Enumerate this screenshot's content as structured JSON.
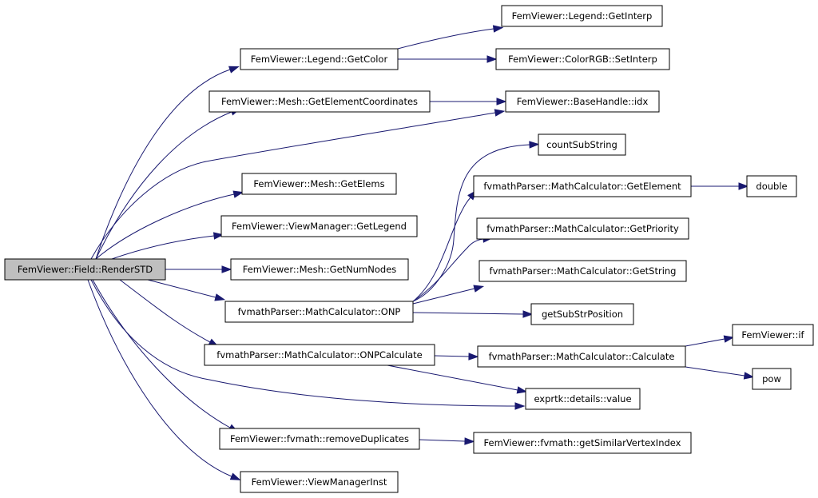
{
  "nodes": [
    {
      "id": "root",
      "label": "FemViewer::Field::RenderSTD"
    },
    {
      "id": "getcolor",
      "label": "FemViewer::Legend::GetColor"
    },
    {
      "id": "getinterp",
      "label": "FemViewer::Legend::GetInterp"
    },
    {
      "id": "setinterp",
      "label": "FemViewer::ColorRGB::SetInterp"
    },
    {
      "id": "getelemcoords",
      "label": "FemViewer::Mesh::GetElementCoordinates"
    },
    {
      "id": "idx",
      "label": "FemViewer::BaseHandle::idx"
    },
    {
      "id": "countsub",
      "label": "countSubString"
    },
    {
      "id": "getelems",
      "label": "FemViewer::Mesh::GetElems"
    },
    {
      "id": "getelement",
      "label": "fvmathParser::MathCalculator::GetElement"
    },
    {
      "id": "double",
      "label": "double"
    },
    {
      "id": "getlegend",
      "label": "FemViewer::ViewManager::GetLegend"
    },
    {
      "id": "getpriority",
      "label": "fvmathParser::MathCalculator::GetPriority"
    },
    {
      "id": "getnumnodes",
      "label": "FemViewer::Mesh::GetNumNodes"
    },
    {
      "id": "getstring",
      "label": "fvmathParser::MathCalculator::GetString"
    },
    {
      "id": "onp",
      "label": "fvmathParser::MathCalculator::ONP"
    },
    {
      "id": "getsubstrpos",
      "label": "getSubStrPosition"
    },
    {
      "id": "femif",
      "label": "FemViewer::if"
    },
    {
      "id": "onpcalc",
      "label": "fvmathParser::MathCalculator::ONPCalculate"
    },
    {
      "id": "calculate",
      "label": "fvmathParser::MathCalculator::Calculate"
    },
    {
      "id": "pow",
      "label": "pow"
    },
    {
      "id": "value",
      "label": "exprtk::details::value"
    },
    {
      "id": "removedup",
      "label": "FemViewer::fvmath::removeDuplicates"
    },
    {
      "id": "similar",
      "label": "FemViewer::fvmath::getSimilarVertexIndex"
    },
    {
      "id": "vminst",
      "label": "FemViewer::ViewManagerInst"
    }
  ],
  "edges": [
    {
      "from": "root",
      "to": "getcolor"
    },
    {
      "from": "root",
      "to": "getelemcoords"
    },
    {
      "from": "root",
      "to": "idx"
    },
    {
      "from": "root",
      "to": "getelems"
    },
    {
      "from": "root",
      "to": "getlegend"
    },
    {
      "from": "root",
      "to": "getnumnodes"
    },
    {
      "from": "root",
      "to": "onp"
    },
    {
      "from": "root",
      "to": "onpcalc"
    },
    {
      "from": "root",
      "to": "value"
    },
    {
      "from": "root",
      "to": "removedup"
    },
    {
      "from": "root",
      "to": "vminst"
    },
    {
      "from": "getcolor",
      "to": "getinterp"
    },
    {
      "from": "getcolor",
      "to": "setinterp"
    },
    {
      "from": "getelemcoords",
      "to": "idx"
    },
    {
      "from": "onp",
      "to": "countsub"
    },
    {
      "from": "onp",
      "to": "getelement"
    },
    {
      "from": "onp",
      "to": "getpriority"
    },
    {
      "from": "onp",
      "to": "getstring"
    },
    {
      "from": "onp",
      "to": "getsubstrpos"
    },
    {
      "from": "getelement",
      "to": "double"
    },
    {
      "from": "onpcalc",
      "to": "calculate"
    },
    {
      "from": "onpcalc",
      "to": "value"
    },
    {
      "from": "calculate",
      "to": "femif"
    },
    {
      "from": "calculate",
      "to": "pow"
    },
    {
      "from": "removedup",
      "to": "similar"
    }
  ]
}
